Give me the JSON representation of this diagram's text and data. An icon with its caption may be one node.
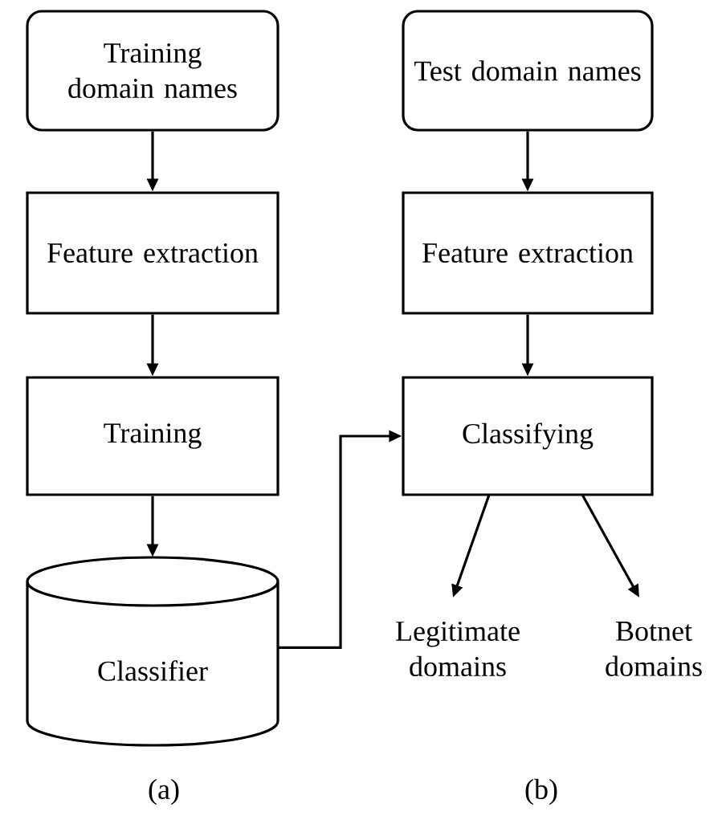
{
  "diagram": {
    "nodes": [
      {
        "text": [
          "Training domain names"
        ]
      },
      {
        "text": [
          "Feature extraction"
        ]
      },
      {
        "text": [
          "Training"
        ]
      },
      {
        "text": [
          "Classifier"
        ]
      },
      {
        "text": [
          "Test domain names"
        ]
      },
      {
        "text": [
          "Feature extraction"
        ]
      },
      {
        "text": [
          "Classifying"
        ]
      },
      {
        "text": [
          "Legitimate domains"
        ]
      },
      {
        "text": [
          "Botnet domains"
        ]
      }
    ],
    "edges": [
      {
        "from": 0,
        "to": 1,
        "arrow": "to"
      },
      {
        "from": 1,
        "to": 2,
        "arrow": "to"
      },
      {
        "from": 2,
        "to": 3,
        "arrow": "to"
      },
      {
        "from": 4,
        "to": 5,
        "arrow": "to"
      },
      {
        "from": 5,
        "to": 6,
        "arrow": "to"
      },
      {
        "from": 3,
        "to": 6,
        "arrow": "to"
      },
      {
        "from": 6,
        "to": 7,
        "arrow": "to"
      },
      {
        "from": 6,
        "to": 8,
        "arrow": "to"
      }
    ],
    "labels": [
      "(a)",
      "(b)"
    ]
  }
}
